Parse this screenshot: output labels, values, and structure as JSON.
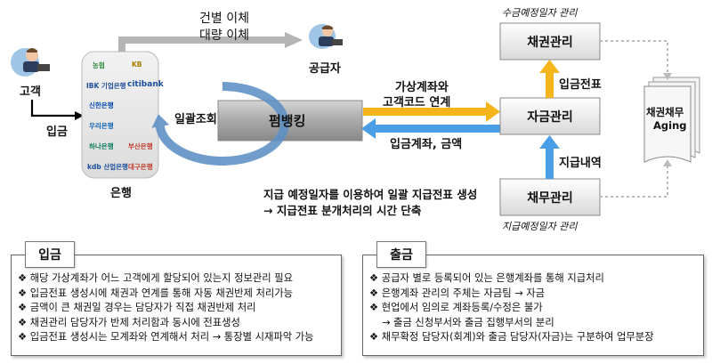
{
  "customer": {
    "label": "고객",
    "deposit_label": "입금"
  },
  "bank": {
    "label": "은행",
    "logos": [
      "농협",
      "KB",
      "IBK 기업은행",
      "citibank",
      "신한은행",
      "",
      "우리은행",
      "",
      "하나은행",
      "부산은행",
      "kdb 산업은행",
      "대구은행"
    ]
  },
  "transfer": {
    "line1": "건별 이체",
    "line2": "대량 이체"
  },
  "supplier": {
    "label": "공급자"
  },
  "bulk_inquiry": {
    "label": "일괄조회"
  },
  "firmbanking": {
    "label": "펌뱅킹"
  },
  "virtual_account": {
    "line1": "가상계좌와",
    "line2": "고객코드 연계"
  },
  "deposit_info": {
    "label": "입금계좌, 금액"
  },
  "fund_mgmt": {
    "label": "자금관리"
  },
  "receivable_mgmt": {
    "label": "채권관리",
    "caption": "수금예정일자 관리"
  },
  "payable_mgmt": {
    "label": "채무관리",
    "caption": "지급예정일자 관리"
  },
  "deposit_slip": {
    "label": "입금전표"
  },
  "payment_detail": {
    "label": "지급내역"
  },
  "aging": {
    "line1": "채권채무",
    "line2": "Aging"
  },
  "note": {
    "line1": "지급 예정일자를 이용하여 일괄 지급전표 생성",
    "line2": "→ 지급전표 분개처리의 시간 단축"
  },
  "deposit_panel": {
    "title": "입금",
    "items": [
      "해당 가상계좌가 어느 고객에게 할당되어 있는지 정보관리 필요",
      "입금전표 생성시에 채권과 연계를 통해 자동 채권반제 처리가능",
      "금액이 큰 채권일 경우는 담당자가 직접 채권반제 처리",
      "채권관리 담당자가 반제 처리함과 동시에 전표생성",
      "입금전표 생성시는 모계좌와 연계해서 처리 → 통장별 시재파악 가능"
    ]
  },
  "withdrawal_panel": {
    "title": "출금",
    "items": [
      "공급자 별로 등록되어 있는 은행계좌를 통해 지급처리",
      "은행계좌 관리의 주체는 자금팀 → 자금",
      "현업에서 임의로 계좌등록/수정은 불가",
      "→ 출금 신청부서와 출금 집행부서의 분리",
      "채무확정 담당자(회계)와 출금 담당자(자금)는 구분하여 업무분장"
    ],
    "bullets": [
      "❖",
      "❖",
      "❖",
      "",
      "❖"
    ]
  },
  "colors": {
    "yellow_arrow": "#f3b519",
    "blue_arrow": "#4a9ee6",
    "gray_arrow": "#b5b5b5",
    "dotted": "#bbbbbb"
  }
}
